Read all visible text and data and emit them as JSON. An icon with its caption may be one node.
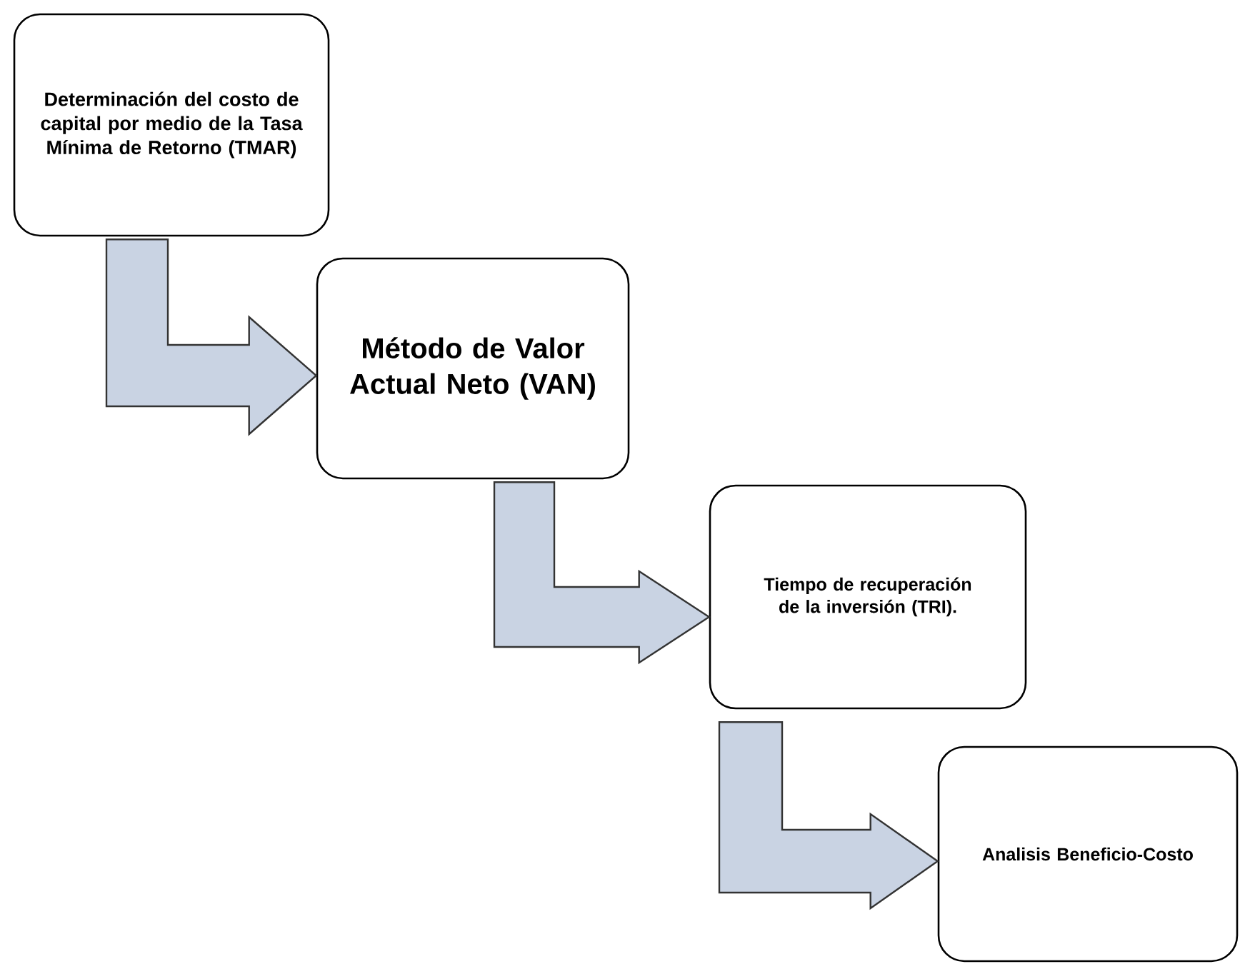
{
  "diagram": {
    "nodes": [
      {
        "text": [
          "Determinación del costo de capital por medio de la Tasa Mínima de Retorno (TMAR)"
        ]
      },
      {
        "text": [
          "Método de Valor Actual Neto (VAN)"
        ]
      },
      {
        "text": [
          "Tiempo de recuperación de la inversión (TRI)."
        ]
      },
      {
        "text": [
          "Analisis Beneficio-Costo"
        ]
      }
    ],
    "edges": [
      {
        "from": 0,
        "to": 1,
        "arrow": "to"
      },
      {
        "from": 1,
        "to": 2,
        "arrow": "to"
      },
      {
        "from": 2,
        "to": 3,
        "arrow": "to"
      }
    ]
  }
}
